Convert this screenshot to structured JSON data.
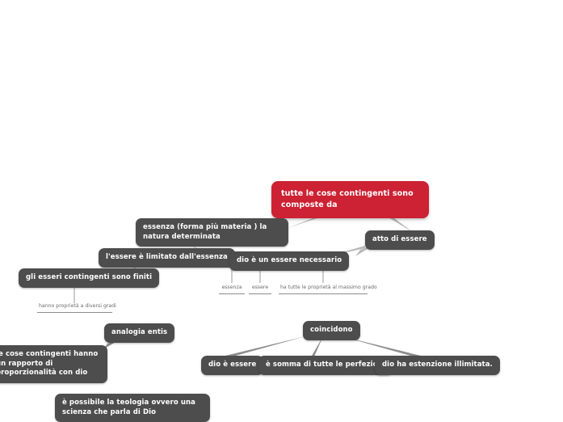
{
  "document": {
    "type": "mind-map",
    "language": "it",
    "background_color": "#ffffff",
    "node_color": "#4d4d4d",
    "root_color": "#cc2233",
    "link_color": "#8e8e8e",
    "leaf_text_color": "#6b6b6b"
  },
  "nodes": {
    "root": "tutte le cose contingenti sono composte da",
    "essenza_forma": "essenza  (forma più materia ) la natura determinata",
    "atto_di_essere": "atto di essere",
    "essere_limitato": "l'essere è limitato dall'essenza",
    "dio_necessario": "dio è un essere necessario",
    "esseri_finiti": "gli esseri contingenti sono finiti",
    "leaf_essenza": "essenza",
    "leaf_essere": "essere",
    "leaf_proprieta_max": "ha tutte le proprietà al massimo grado",
    "leaf_gradi": "hanno proprietà a diversi gradi",
    "analogia_entis": "analogia entis",
    "rapporto_proporzionalita": "le cose contingenti hanno un rapporto di proporzionalità con dio",
    "coincidono": "coincidono",
    "dio_e_essere": "dio è essere",
    "somma_perfezioni": "è somma di tutte le perfezioni",
    "estenzione_illimitata": "dio ha estenzione illimitata.",
    "teologia": "è possibile la teologia ovvero una scienza che parla di Dio"
  }
}
